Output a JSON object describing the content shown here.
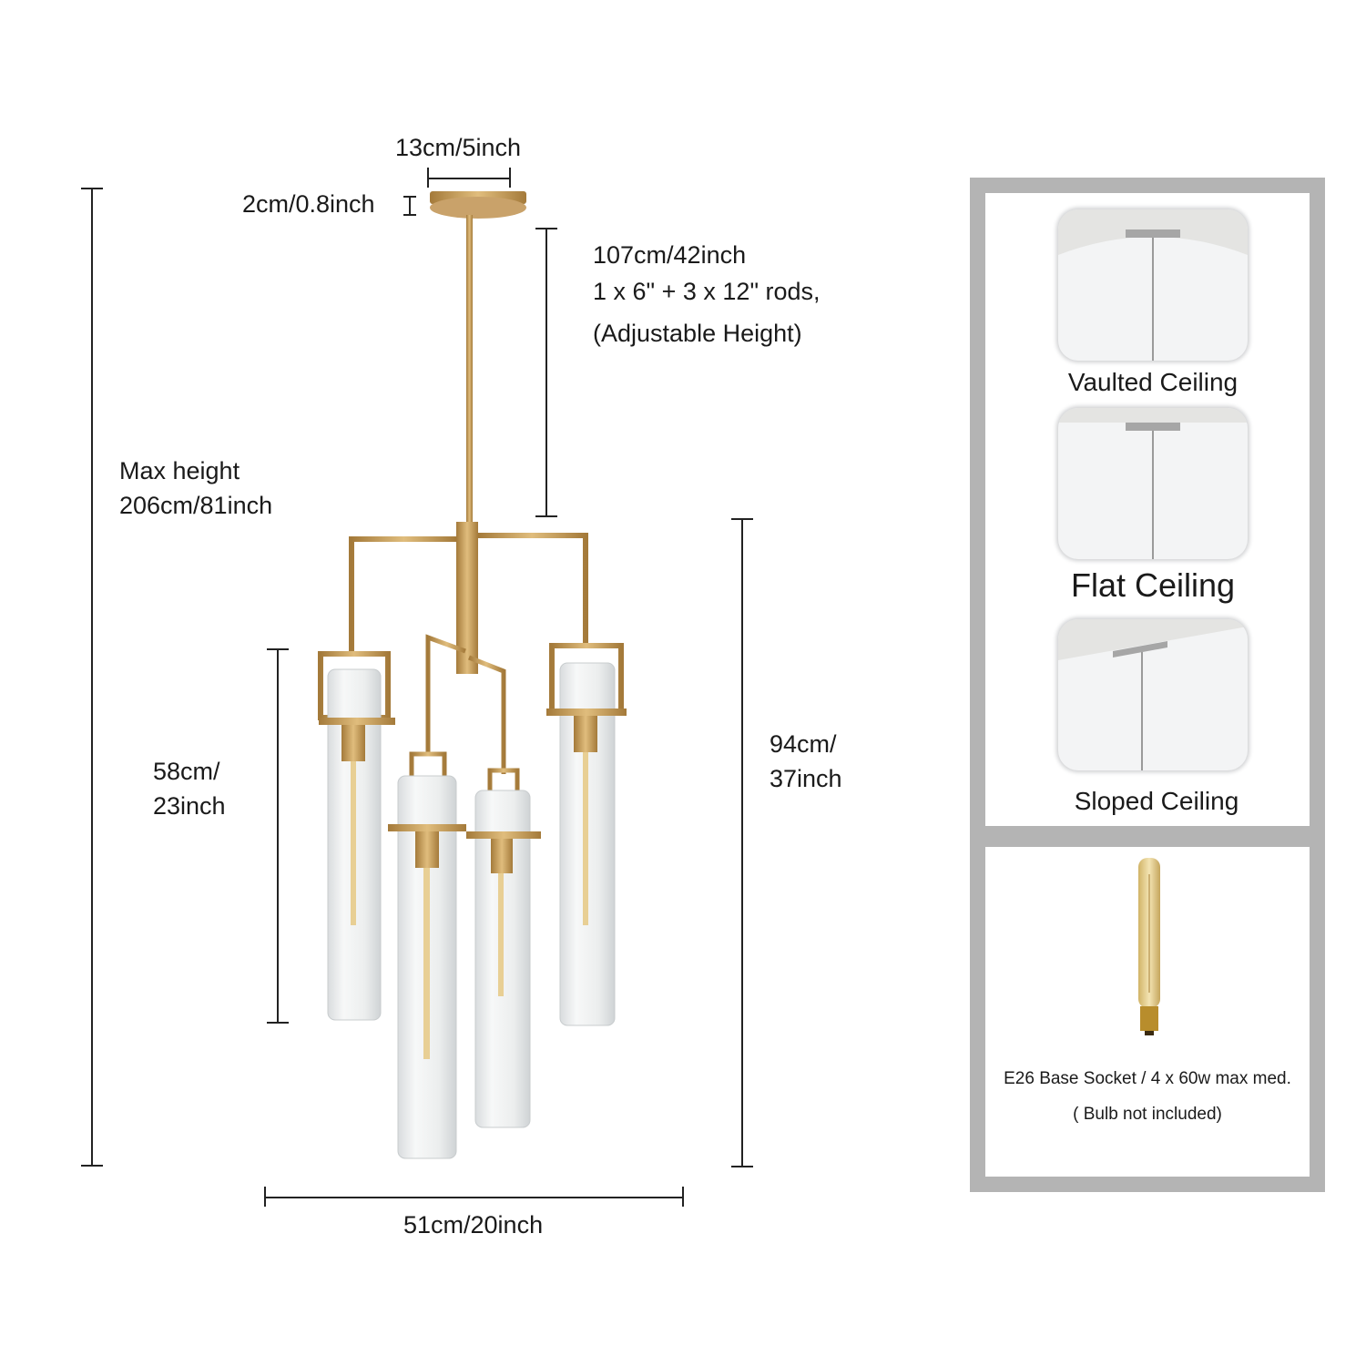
{
  "dimensions": {
    "canopy_width": "13cm/5inch",
    "canopy_height": "2cm/0.8inch",
    "rod_length": "107cm/42inch",
    "rods": "1 x 6\" + 3 x 12\" rods,",
    "rod_note": "(Adjustable Height)",
    "max_height_label": "Max height",
    "max_height_value": "206cm/81inch",
    "shade_height_line1": "58cm/",
    "shade_height_line2": "23inch",
    "body_height_line1": "94cm/",
    "body_height_line2": "37inch",
    "total_width": "51cm/20inch"
  },
  "ceiling_types": [
    {
      "label": "Vaulted Ceiling"
    },
    {
      "label": "Flat Ceiling"
    },
    {
      "label": "Sloped Ceiling"
    }
  ],
  "bulb": {
    "spec": "E26 Base Socket / 4 x 60w max med.",
    "note": "( Bulb not included)"
  },
  "colors": {
    "brass": "#c29a55",
    "panel_border": "#b4b4b4"
  }
}
